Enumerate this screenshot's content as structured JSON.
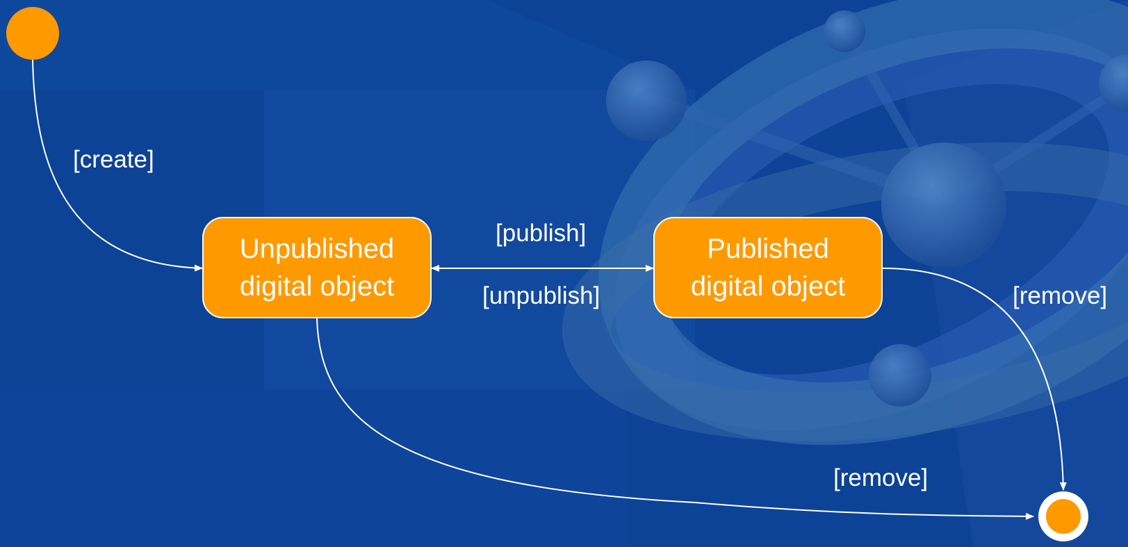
{
  "diagram": {
    "states": [
      {
        "lines": [
          "Unpublished",
          "digital object"
        ]
      },
      {
        "lines": [
          "Published",
          "digital object"
        ]
      }
    ],
    "transitions": {
      "create": "[create]",
      "publish": "[publish]",
      "unpublish": "[unpublish]",
      "remove_published": "[remove]",
      "remove_unpublished": "[remove]"
    },
    "colors": {
      "background": "#0d4396",
      "state_fill": "#ff9900",
      "line": "#ffffff"
    }
  }
}
